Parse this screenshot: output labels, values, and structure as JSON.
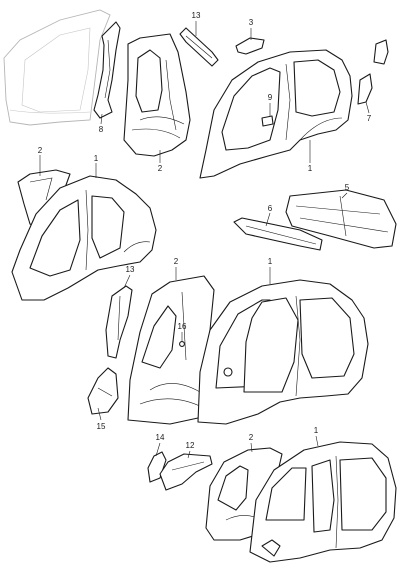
{
  "colors": {
    "line": "#1a1a1a",
    "ghost": "#b5b5b5",
    "background": "#ffffff"
  },
  "callouts": {
    "c1_top": "1",
    "c3": "3",
    "c7": "7",
    "c8": "8",
    "c9": "9",
    "c13_top": "13",
    "c2_top": "2",
    "c1_sedan": "1",
    "c2_sedan": "2",
    "c5": "5",
    "c6": "6",
    "c1_mid": "1",
    "c2_mid": "2",
    "c13_mid": "13",
    "c15": "15",
    "c16": "16",
    "c1_bottom": "1",
    "c2_bottom": "2",
    "c12": "12",
    "c14": "14"
  }
}
